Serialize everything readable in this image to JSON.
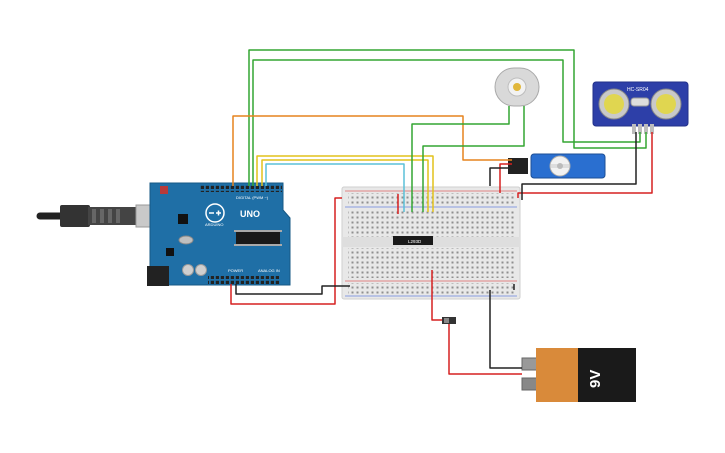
{
  "arduino": {
    "model_label": "UNO",
    "digital_label": "DIGITAL (PWM ~)",
    "power_label": "POWER",
    "analog_label": "ANALOG IN",
    "brand_label": "ARDUINO"
  },
  "driver_ic": {
    "label": "L293D"
  },
  "ultrasonic": {
    "label": "HC-SR04"
  },
  "battery": {
    "voltage_label": "9V"
  },
  "colors": {
    "board": "#1f6fa6",
    "breadboard": "#e8e8e8",
    "wire_green": "#33a532",
    "wire_orange": "#e6841e",
    "wire_yellow": "#e2c21b",
    "wire_cyan": "#5bc0d8",
    "wire_red": "#d62020",
    "wire_black": "#222222",
    "sensor_blue": "#2d3fa8",
    "servo_blue": "#2a6fd0",
    "battery_orange": "#d98a3a"
  }
}
